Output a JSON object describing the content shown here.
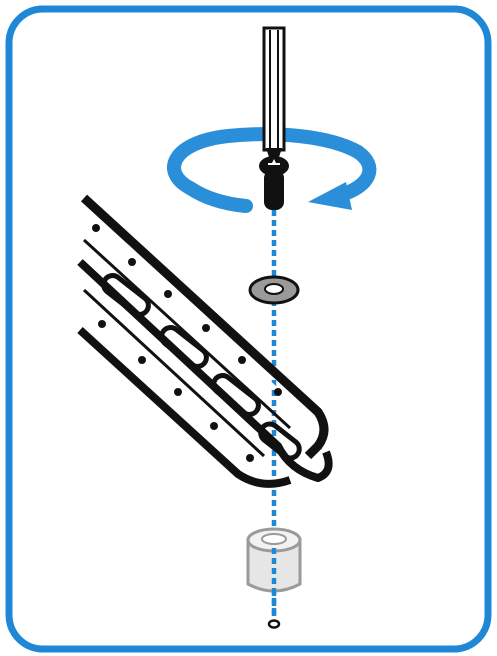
{
  "diagram": {
    "kind": "assembly-instruction-illustration",
    "steps": [
      {
        "part": "screwdriver",
        "action": "rotate-clockwise"
      },
      {
        "part": "screw"
      },
      {
        "part": "washer"
      },
      {
        "part": "mounting-rail"
      },
      {
        "part": "spacer"
      },
      {
        "part": "mounting-hole"
      }
    ]
  },
  "colors": {
    "frame": "#1e88d6",
    "rotation_arrow": "#2a8fd8",
    "guide_line": "#1e88d6",
    "ink": "#111111",
    "spacer_fill": "#e6e6e6",
    "washer_fill": "#9a9a9a",
    "background": "#ffffff"
  },
  "icons": [
    "screwdriver-icon",
    "rotate-clockwise-icon",
    "screw-icon",
    "washer-icon",
    "rail-icon",
    "spacer-icon",
    "hole-icon"
  ]
}
